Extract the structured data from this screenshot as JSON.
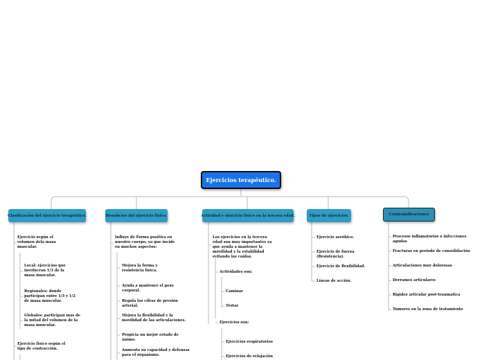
{
  "root": "Ejercicios terapéutico.",
  "categories": [
    "Clasificación del ejercicio terapéutico.",
    "Beneficios del ejercicio físico.",
    "Actividad y ejercicio físico en la tercera edad.",
    "Tipos de ejercicios.",
    "Contraindicaciones"
  ],
  "clasificacion": {
    "intro": "Ejercicio según el volumen dela masa muscular.",
    "local": "Local: ejercicios que involucran 1/3 de la masa muscular.",
    "regional": "Regionales: donde participan entre 1/3 y 1/2 de masa muscular.",
    "global": "Globales: participan mas de la mitad del volumen de la masa muscular.",
    "contraccion": "Ejercicio físico según el tipo de contracción."
  },
  "beneficios": {
    "intro": "Influye de  Forma positiva en nuestro cuerpo, ya que incide en muchos aspectos:",
    "items": [
      "Mejora la forma y resistencia física.",
      "Ayuda a mantener el peso corporal.",
      "Regula las cifras de presión arterial.",
      "Mejora la flexibilidad y la movilidad de las articulaciones.",
      "Propicia un mejor estado de ánimo.",
      "Aumenta su capacidad y defensas para el organismo."
    ]
  },
  "tercera_edad": {
    "intro": "Los ejercicios en la tercera edad son muy importantes ya que ayuda a mantener la movilidad y la estabilidad  evitando las caídas.",
    "actividades": "Actividades son:",
    "actividades_items": [
      "Caminar",
      "Trotar"
    ],
    "ejercicios": "Ejercicios son:",
    "ejercicios_items": [
      "Ejercicios respiratorios",
      "Ejercicios de relajación"
    ]
  },
  "tipos": [
    "Ejercicio aeróbico.",
    "Ejercicio de fuerza (Resistencia).",
    "Ejercicio de flexibilidad.",
    "Líneas de acción."
  ],
  "contraindicaciones": [
    "Procesos inflamatorios o infecciones agudas",
    "Fracturas en período de consolidación",
    "Articulaciones muy dolorosas",
    "Derrames articulares",
    "Rigidez articular post-traumatica",
    "Tumores en la zona de tratamiento"
  ]
}
